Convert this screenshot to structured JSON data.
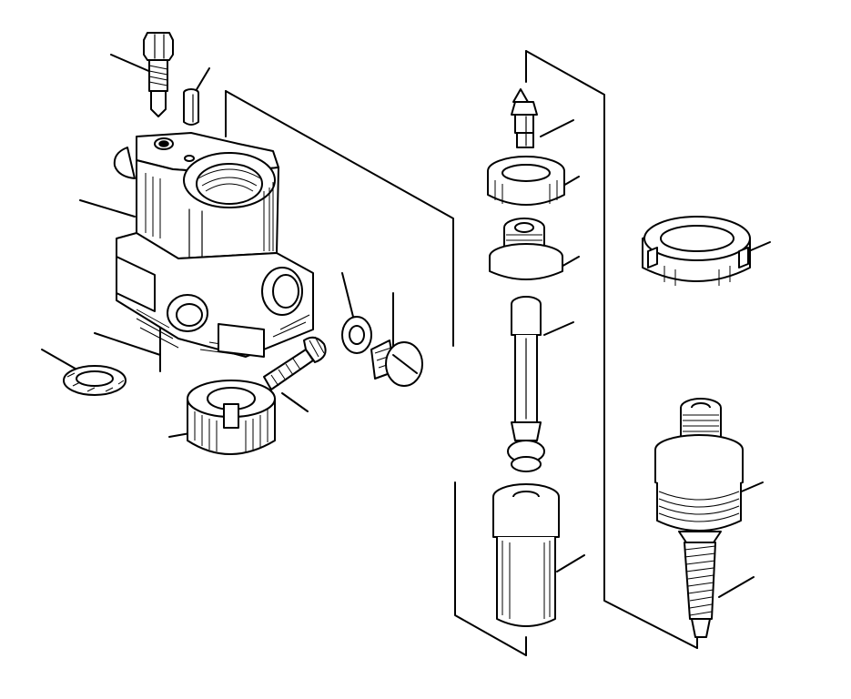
{
  "diagram": {
    "kind": "exploded-parts-view",
    "line_color": "#000000",
    "background": "#ffffff",
    "parts": [
      {
        "id": "vent-screw"
      },
      {
        "id": "dowel-pin"
      },
      {
        "id": "pump-housing"
      },
      {
        "id": "lock-washer"
      },
      {
        "id": "drive-gear"
      },
      {
        "id": "set-screw"
      },
      {
        "id": "sealing-washer"
      },
      {
        "id": "slotted-screw"
      },
      {
        "id": "delivery-valve"
      },
      {
        "id": "valve-seat-ring"
      },
      {
        "id": "threaded-insert"
      },
      {
        "id": "plunger"
      },
      {
        "id": "barrel-sleeve"
      },
      {
        "id": "castellated-nut"
      },
      {
        "id": "union-fitting"
      },
      {
        "id": "spring-body"
      }
    ]
  }
}
